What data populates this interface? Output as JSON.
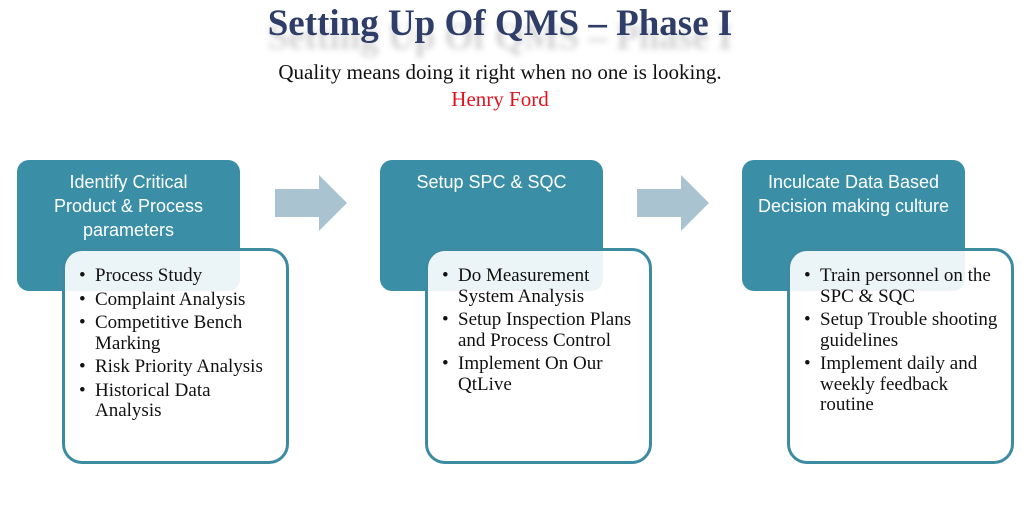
{
  "title": "Setting Up Of QMS – Phase I",
  "quote": "Quality means doing it right when no one is looking.",
  "author": "Henry Ford",
  "colors": {
    "title": "#2f3e68",
    "header": "#3a8fa7",
    "arrow": "#a9c4d0",
    "author": "#e0141e"
  },
  "phases": [
    {
      "heading": "Identify Critical Product & Process parameters",
      "items": [
        "Process Study",
        "Complaint Analysis",
        "Competitive Bench Marking",
        "Risk Priority Analysis",
        "Historical Data Analysis"
      ]
    },
    {
      "heading": "Setup SPC & SQC",
      "items": [
        "Do Measurement System Analysis",
        "Setup Inspection Plans and Process Control",
        "Implement  On Our QtLive"
      ]
    },
    {
      "heading": "Inculcate Data Based Decision making culture",
      "items": [
        "Train personnel on the SPC & SQC",
        "Setup Trouble shooting guidelines",
        "Implement daily and weekly feedback  routine"
      ]
    }
  ]
}
